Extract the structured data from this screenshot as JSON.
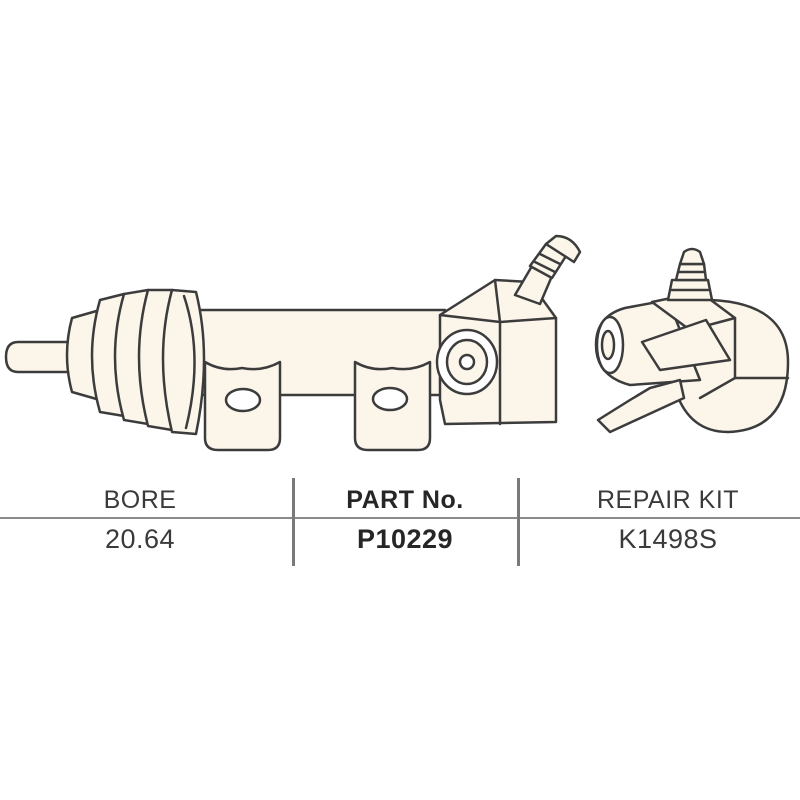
{
  "specs": {
    "bore": {
      "label": "BORE",
      "value": "20.64"
    },
    "part": {
      "label": "PART No.",
      "value": "P10229"
    },
    "kit": {
      "label": "REPAIR KIT",
      "value": "K1498S"
    }
  },
  "colors": {
    "line": "#3c3c3c",
    "body_fill": "#fbf5ea",
    "shade_fill": "#f2e9d6",
    "text": "#3a3a3a"
  }
}
